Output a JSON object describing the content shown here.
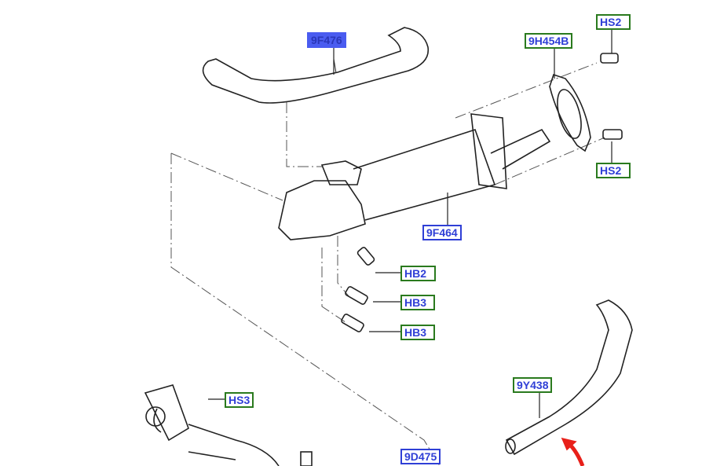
{
  "callouts": {
    "c9F476": "9F476",
    "c9H454B": "9H454B",
    "hs2_top": "HS2",
    "hs2_mid": "HS2",
    "c9F464": "9F464",
    "hb2": "HB2",
    "hb3_a": "HB3",
    "hb3_b": "HB3",
    "c9Y438": "9Y438",
    "hs3": "HS3",
    "c9D475": "9D475"
  },
  "colors": {
    "selected": "#4a5cf0",
    "link_text": "#2f3fd6",
    "border_green": "#2a7a1e",
    "arrow": "#e8201a"
  }
}
